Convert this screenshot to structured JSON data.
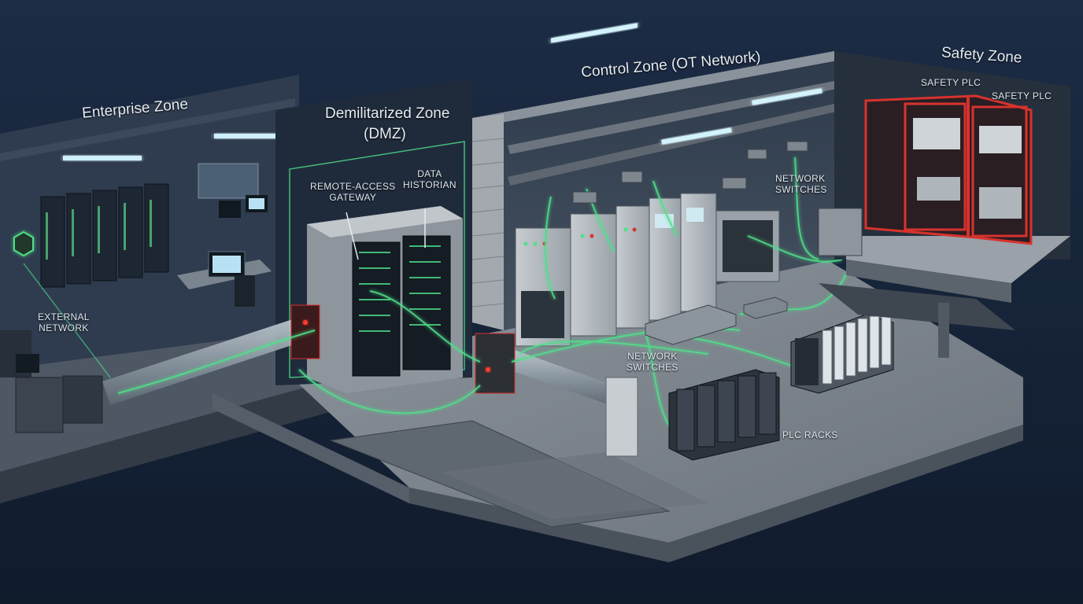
{
  "zones": {
    "enterprise": "Enterprise Zone",
    "dmz_line1": "Demilitarized Zone",
    "dmz_line2": "(DMZ)",
    "control": "Control Zone (OT Network)",
    "safety": "Safety Zone"
  },
  "labels": {
    "external_network_line1": "EXTERNAL",
    "external_network_line2": "NETWORK",
    "remote_access_line1": "REMOTE-ACCESS",
    "remote_access_line2": "GATEWAY",
    "data_historian_line1": "DATA",
    "data_historian_line2": "HISTORIAN",
    "network_switches_top_line1": "NETWORK",
    "network_switches_top_line2": "SWITCHES",
    "network_switches_floor_line1": "NETWORK",
    "network_switches_floor_line2": "SWITCHES",
    "plc_racks": "PLC RACKS",
    "safety_plc_left": "SAFETY PLC",
    "safety_plc_right": "SAFETY PLC"
  },
  "colors": {
    "background": "#16243a",
    "cable_green": "#4fe08a",
    "safety_red": "#d8322e",
    "light": "#bfe8f5"
  }
}
